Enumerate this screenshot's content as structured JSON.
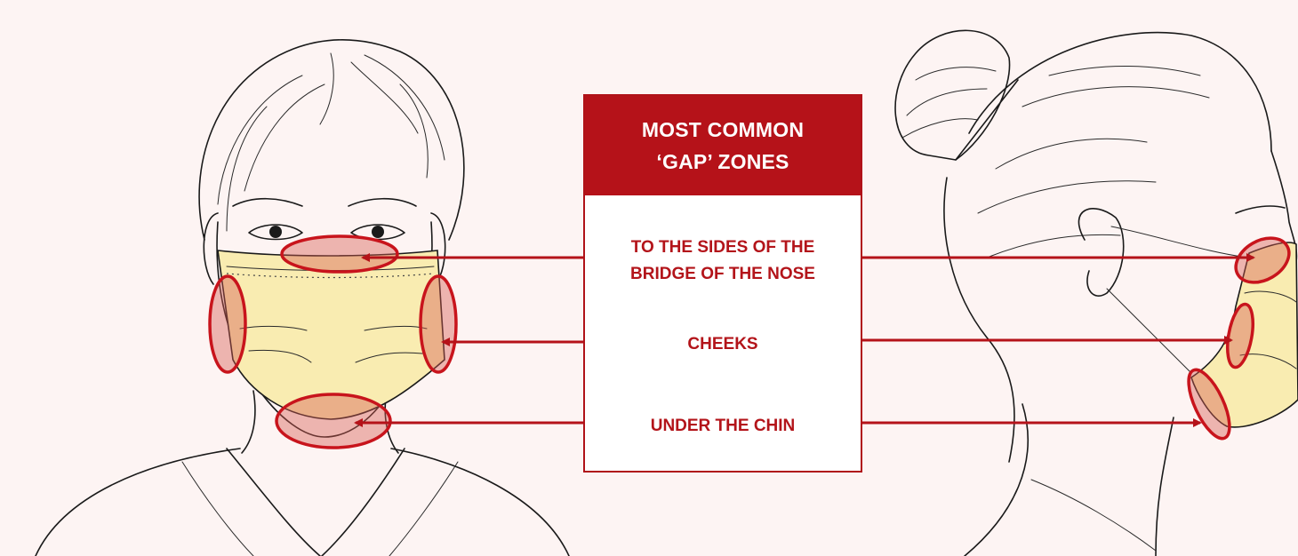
{
  "legend": {
    "title_line1": "MOST COMMON",
    "title_line2": "‘GAP’ ZONES"
  },
  "zones": [
    {
      "id": "nose",
      "label_line1": "TO THE SIDES OF THE",
      "label_line2": "BRIDGE OF THE NOSE"
    },
    {
      "id": "cheeks",
      "label_line1": "CHEEKS"
    },
    {
      "id": "chin",
      "label_line1": "UNDER THE CHIN"
    }
  ],
  "colors": {
    "background": "#fdf4f3",
    "accent_red": "#b51219",
    "mask_yellow": "#f9ecb1",
    "gap_highlight": "#d65a50"
  }
}
